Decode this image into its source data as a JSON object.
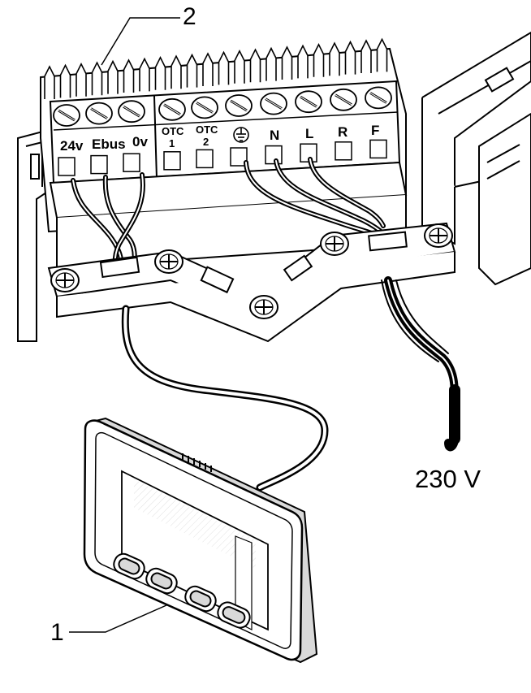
{
  "callouts": {
    "thermostat_number": "1",
    "terminal_block_number": "2"
  },
  "supply_label": "230 V",
  "terminals": {
    "low_voltage": [
      "24v",
      "Ebus",
      "0v"
    ],
    "otc_1_top": "OTC",
    "otc_1_bottom": "1",
    "otc_2_top": "OTC",
    "otc_2_bottom": "2",
    "mains": [
      "N",
      "L",
      "R",
      "F"
    ]
  },
  "icons": {
    "earth": "earth-ground-icon",
    "screw": "screw-icon"
  },
  "colors": {
    "line": "#000000",
    "fill": "#ffffff",
    "shade": "#d9d9d9",
    "dark": "#1a1a1a"
  }
}
